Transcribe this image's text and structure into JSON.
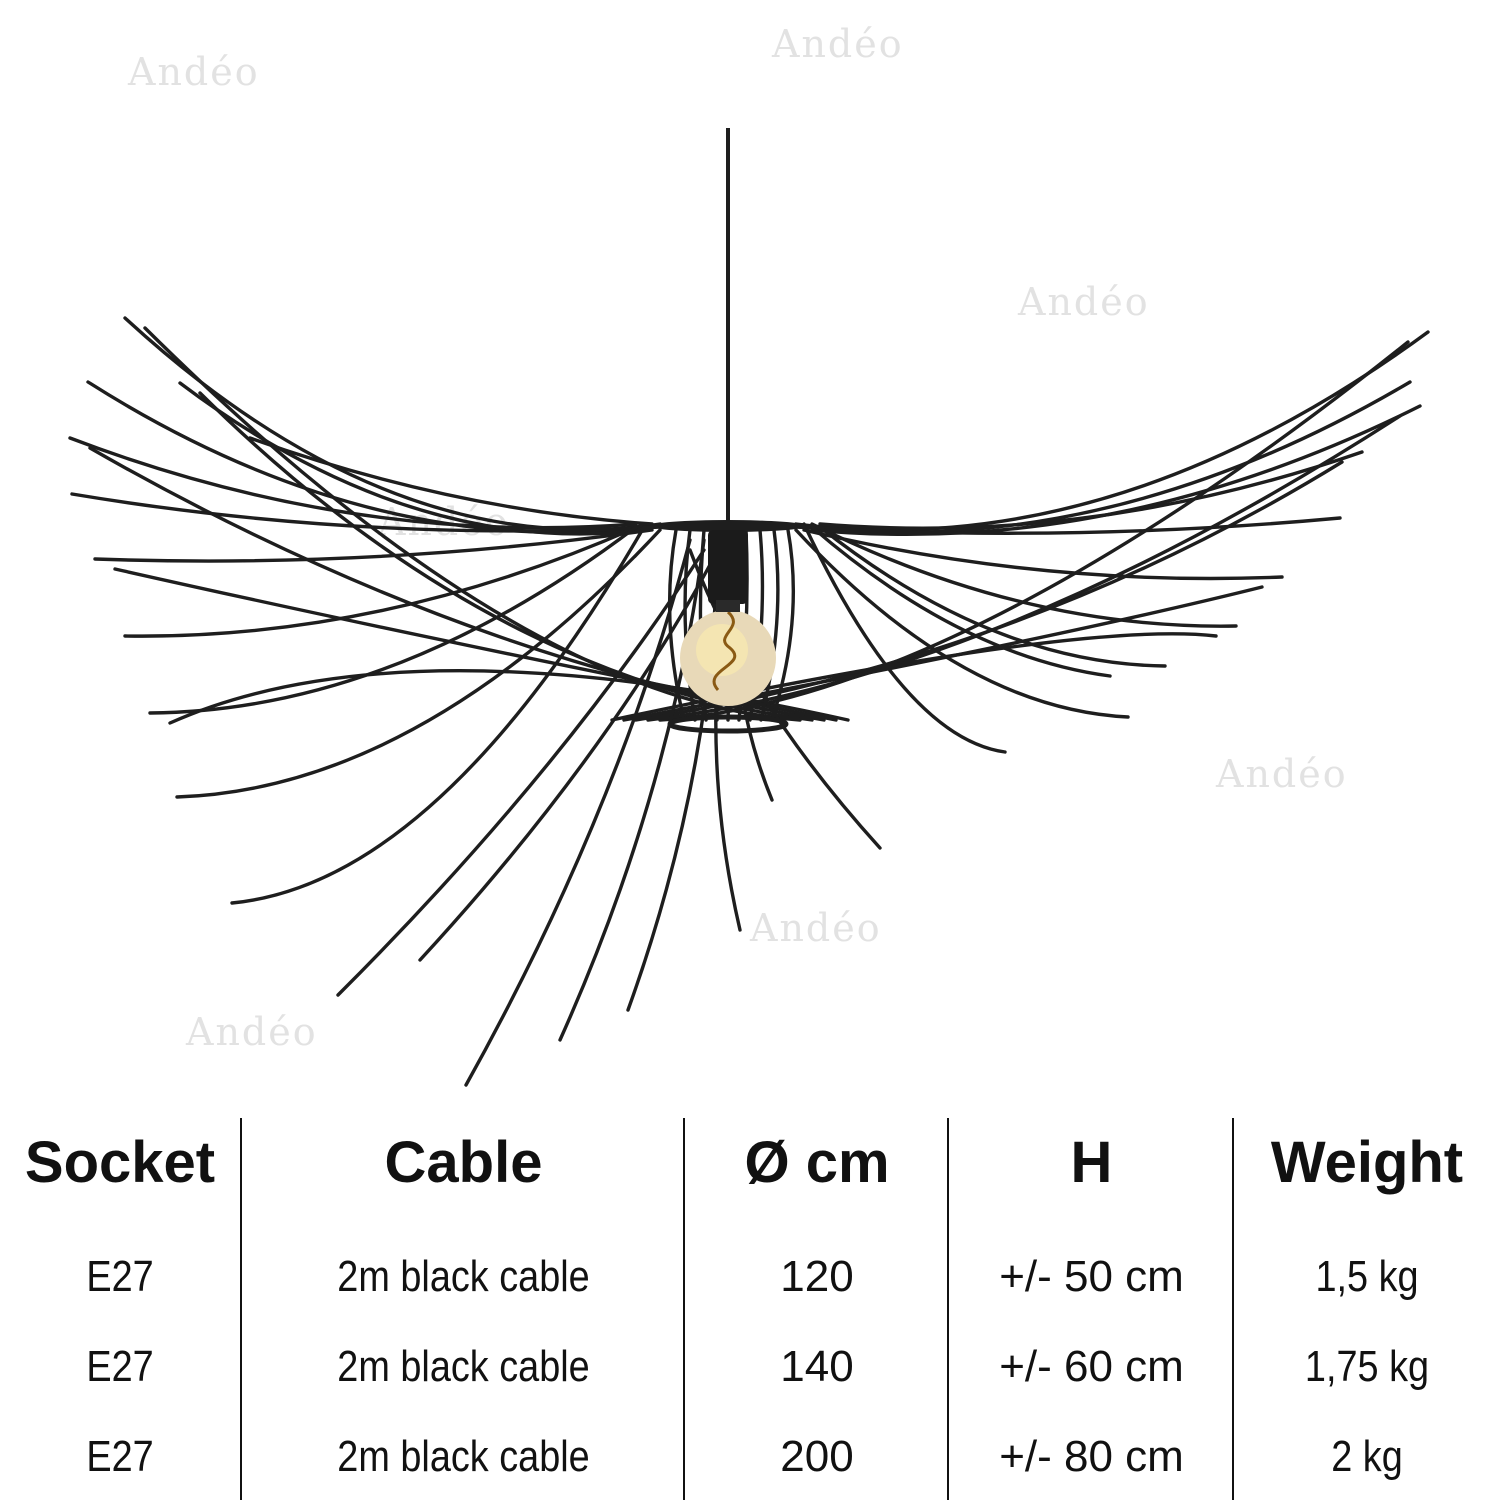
{
  "watermark": "Andéo",
  "product": {
    "colors": {
      "wire": "#1e1e1e",
      "bulb_glass": "#e8d9b8",
      "bulb_glow": "#f6e7b0",
      "filament": "#8a5a14"
    }
  },
  "specs": {
    "headers": [
      "Socket",
      "Cable",
      "Ø cm",
      "H",
      "Weight"
    ],
    "rows": [
      [
        "E27",
        "2m black cable",
        "120",
        "+/- 50 cm",
        "1,5 kg"
      ],
      [
        "E27",
        "2m black cable",
        "140",
        "+/- 60 cm",
        "1,75 kg"
      ],
      [
        "E27",
        "2m black cable",
        "200",
        "+/- 80 cm",
        "2 kg"
      ]
    ]
  }
}
